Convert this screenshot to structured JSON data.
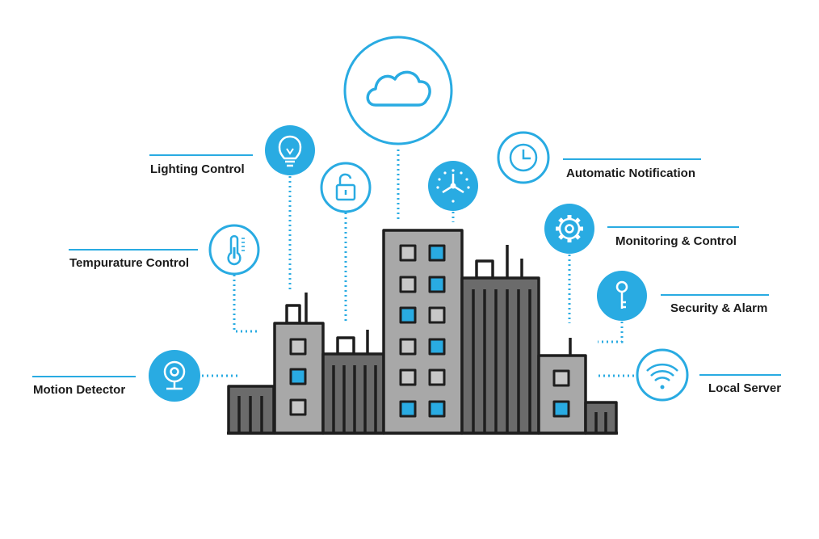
{
  "colors": {
    "accent": "#29abe2",
    "outline": "#1e1e1e",
    "building_dark": "#6b6b6b",
    "building_light": "#a8a8a8",
    "window_blue": "#29abe2",
    "window_light": "#c8c8c8"
  },
  "features": [
    {
      "id": "lighting",
      "label": "Lighting Control",
      "icon": "lightbulb-icon",
      "style": "filled"
    },
    {
      "id": "temperature",
      "label": "Tempurature Control",
      "icon": "thermometer-icon",
      "style": "outline"
    },
    {
      "id": "motion",
      "label": "Motion Detector",
      "icon": "webcam-icon",
      "style": "filled"
    },
    {
      "id": "notification",
      "label": "Automatic Notification",
      "icon": "clock-icon",
      "style": "outline"
    },
    {
      "id": "monitoring",
      "label": "Monitoring & Control",
      "icon": "gear-icon",
      "style": "filled"
    },
    {
      "id": "security",
      "label": "Security & Alarm",
      "icon": "key-icon",
      "style": "filled"
    },
    {
      "id": "server",
      "label": "Local Server",
      "icon": "wifi-icon",
      "style": "outline"
    }
  ],
  "center_icons": [
    {
      "id": "cloud",
      "icon": "cloud-icon",
      "style": "outline"
    },
    {
      "id": "lock",
      "icon": "padlock-icon",
      "style": "outline"
    },
    {
      "id": "fan",
      "icon": "fan-icon",
      "style": "filled"
    }
  ]
}
